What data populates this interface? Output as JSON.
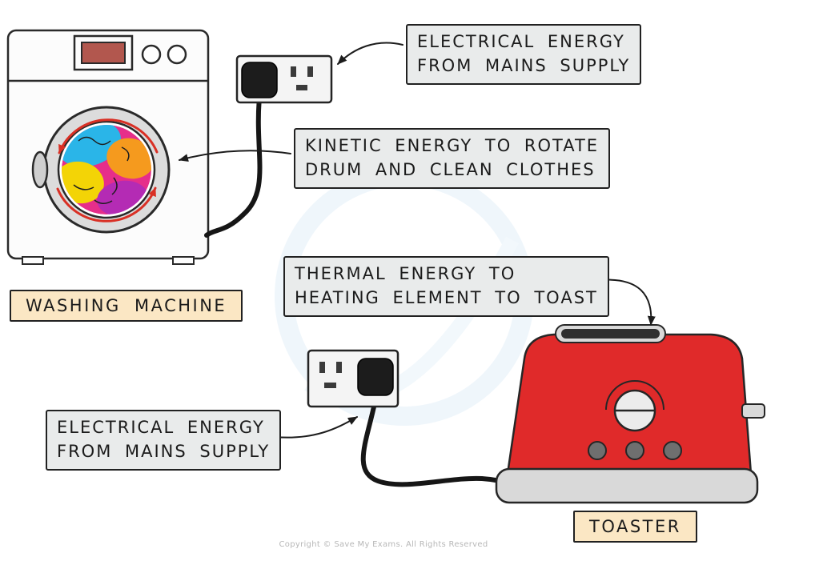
{
  "callouts": {
    "electrical_top": {
      "line1": "ELECTRICAL ENERGY",
      "line2": "FROM MAINS SUPPLY"
    },
    "kinetic": {
      "line1": "KINETIC ENERGY TO ROTATE",
      "line2": "DRUM AND CLEAN CLOTHES"
    },
    "thermal": {
      "line1": "THERMAL ENERGY TO",
      "line2": "HEATING ELEMENT TO TOAST"
    },
    "electrical_bottom": {
      "line1": "ELECTRICAL ENERGY",
      "line2": "FROM MAINS SUPPLY"
    }
  },
  "device_labels": {
    "washing_machine": "WASHING MACHINE",
    "toaster": "TOASTER"
  },
  "footer": {
    "copyright": "Copyright © Save My Exams. All Rights Reserved"
  },
  "icons": {
    "washing_machine": "washing-machine-illustration",
    "toaster": "toaster-illustration",
    "socket_top": "power-socket-with-plug",
    "socket_bottom": "power-socket-with-plug"
  },
  "colors": {
    "callout_bg": "#e9ebeb",
    "device_label_bg": "#fbe7c4",
    "outline": "#242424",
    "toaster_red": "#e02a2a",
    "toaster_base_grey": "#d9d9d9",
    "drum_ring_grey": "#dcdcdc",
    "clothes_pink": "#e62e8a",
    "clothes_cyan": "#2ab5e8",
    "clothes_orange": "#f59a1e",
    "clothes_yellow": "#f3d406",
    "clothes_purple": "#b42bb4",
    "rotation_arrow_red": "#d93025",
    "cable_black": "#161616",
    "watermark_blue": "#e2eff8"
  }
}
